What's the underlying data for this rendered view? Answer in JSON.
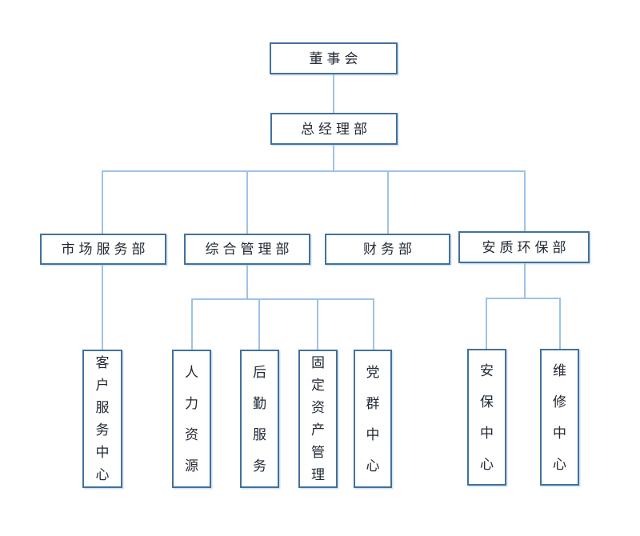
{
  "org_chart": {
    "nodes": {
      "board": {
        "label": "董事会"
      },
      "general_manager": {
        "label": "总经理部"
      },
      "market_service": {
        "label": "市场服务部"
      },
      "general_admin": {
        "label": "综合管理部"
      },
      "finance": {
        "label": "财务部"
      },
      "safety_env": {
        "label": "安质环保部"
      },
      "customer_service_center": {
        "label": "客户服务中心"
      },
      "human_resources": {
        "label": "人力资源"
      },
      "logistics_service": {
        "label": "后勤服务"
      },
      "fixed_assets_mgmt": {
        "label": "固定资产管理"
      },
      "party_group_center": {
        "label": "党群中心"
      },
      "security_center": {
        "label": "安保中心"
      },
      "maintenance_center": {
        "label": "维修中心"
      }
    },
    "hierarchy": [
      {
        "parent": "董事会",
        "children": [
          "总经理部"
        ]
      },
      {
        "parent": "总经理部",
        "children": [
          "市场服务部",
          "综合管理部",
          "财务部",
          "安质环保部"
        ]
      },
      {
        "parent": "市场服务部",
        "children": [
          "客户服务中心"
        ]
      },
      {
        "parent": "综合管理部",
        "children": [
          "人力资源",
          "后勤服务",
          "固定资产管理",
          "党群中心"
        ]
      },
      {
        "parent": "安质环保部",
        "children": [
          "安保中心",
          "维修中心"
        ]
      }
    ],
    "colors": {
      "box_border": "#41719C",
      "connector": "#9DC3E6",
      "text": "#222A35",
      "background": "#FFFFFF"
    }
  }
}
